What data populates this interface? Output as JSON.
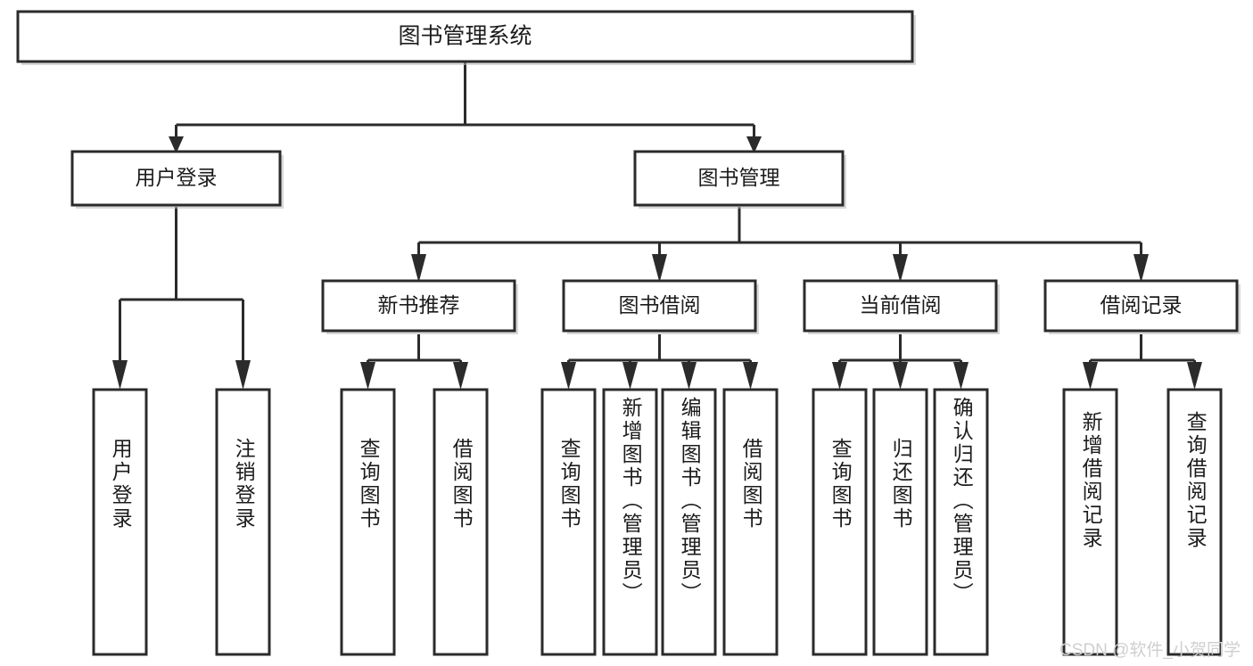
{
  "diagram": {
    "type": "tree",
    "title": "图书管理系统",
    "watermark": "CSDN @软件_小贺同学",
    "colors": {
      "stroke": "#2b2b2b",
      "fill": "#ffffff",
      "text": "#1c1c1c",
      "watermark": "#cfcfcf"
    },
    "levels": {
      "root": {
        "label": "图书管理系统"
      },
      "level2": [
        {
          "label": "用户登录"
        },
        {
          "label": "图书管理"
        }
      ],
      "level3": [
        {
          "label": "新书推荐"
        },
        {
          "label": "图书借阅"
        },
        {
          "label": "当前借阅"
        },
        {
          "label": "借阅记录"
        }
      ]
    },
    "leaves": {
      "user_login": [
        {
          "label": "用户登录"
        },
        {
          "label": "注销登录"
        }
      ],
      "new_book": [
        {
          "label": "查询图书"
        },
        {
          "label": "借阅图书"
        }
      ],
      "book_borrow": [
        {
          "label": "查询图书"
        },
        {
          "label": "新增图书（管理员）"
        },
        {
          "label": "编辑图书（管理员）"
        },
        {
          "label": "借阅图书"
        }
      ],
      "current_borrow": [
        {
          "label": "查询图书"
        },
        {
          "label": "归还图书"
        },
        {
          "label": "确认归还（管理员）"
        }
      ],
      "borrow_record": [
        {
          "label": "新增借阅记录"
        },
        {
          "label": "查询借阅记录"
        }
      ]
    }
  }
}
